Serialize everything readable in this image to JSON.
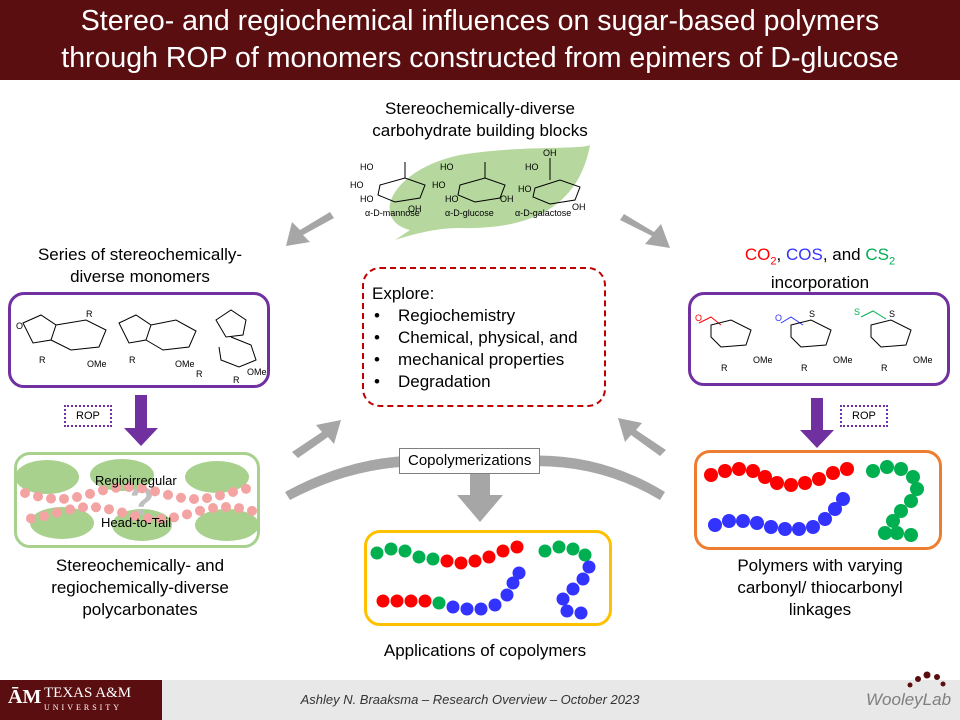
{
  "title": {
    "line1": "Stereo- and regiochemical influences on sugar-based polymers",
    "line2": "through ROP of monomers constructed from epimers of D-glucose"
  },
  "top": {
    "line1": "Stereochemically-diverse",
    "line2": "carbohydrate building blocks",
    "sugars": [
      "α-D-mannose",
      "α-D-glucose",
      "α-D-galactose"
    ]
  },
  "left": {
    "title1": "Series of stereochemically-",
    "title2": "diverse monomers",
    "rop": "ROP",
    "polymer_label1": "Regioirregular",
    "polymer_label2": "Head-to-Tail",
    "bottom1": "Stereochemically- and",
    "bottom2": "regiochemically-diverse",
    "bottom3": "polycarbonates"
  },
  "right": {
    "co2": "CO",
    "co2_sub": "2",
    "sep1": ", ",
    "cos": "COS",
    "sep2": ", and ",
    "cs2": "CS",
    "cs2_sub": "2",
    "line2": "incorporation",
    "rop": "ROP",
    "bottom1": "Polymers with varying",
    "bottom2": "carbonyl/ thiocarbonyl",
    "bottom3": "linkages"
  },
  "center": {
    "explore_title": "Explore:",
    "explore_items": [
      "Regiochemistry",
      "Chemical, physical, and",
      "mechanical properties",
      "Degradation"
    ],
    "copolymerizations": "Copolymerizations",
    "applications": "Applications of copolymers"
  },
  "mol_labels": {
    "r": "R",
    "ome": "OMe",
    "ho": "HO",
    "oh": "OH",
    "o": "O",
    "s": "S"
  },
  "footer": {
    "institution": "TEXAS A&M",
    "institution_sub": "UNIVERSITY",
    "monogram": "ĀM",
    "text": "Ashley N. Braaksma – Research Overview  – October 2023",
    "lab": "WooleyLab"
  },
  "colors": {
    "maroon": "#5b0e10",
    "purple": "#7030a0",
    "red": "#ff0000",
    "blue": "#3333ff",
    "green": "#00b050",
    "leaf_green": "#a9d18e",
    "orange": "#ed7d31",
    "yellow": "#ffc000",
    "gray_arrow": "#a6a6a6"
  }
}
